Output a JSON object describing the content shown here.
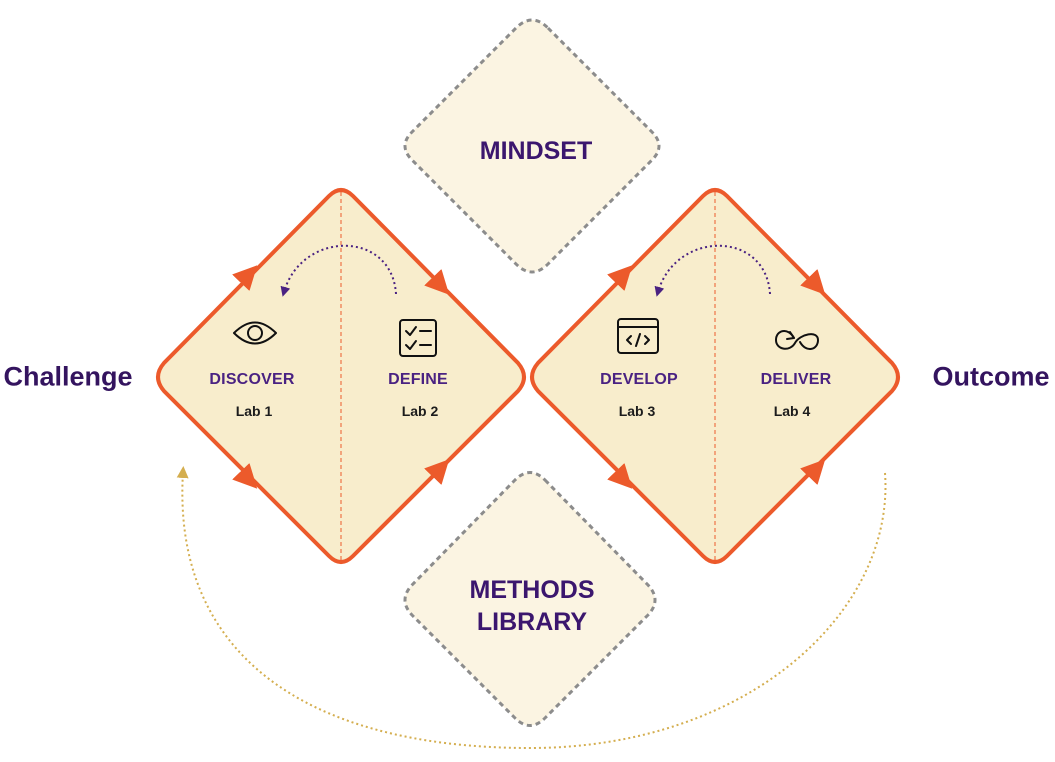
{
  "labels": {
    "start": "Challenge",
    "end": "Outcome"
  },
  "zones": {
    "top": "MINDSET",
    "bottom_line1": "METHODS",
    "bottom_line2": "LIBRARY"
  },
  "stages": [
    {
      "title": "DISCOVER",
      "lab": "Lab 1",
      "icon": "eye-icon"
    },
    {
      "title": "DEFINE",
      "lab": "Lab 2",
      "icon": "checklist-icon"
    },
    {
      "title": "DEVELOP",
      "lab": "Lab 3",
      "icon": "code-window-icon"
    },
    {
      "title": "DELIVER",
      "lab": "Lab 4",
      "icon": "infinity-loop-icon"
    }
  ],
  "colors": {
    "diamond_fill": "#f8edcc",
    "diamond_stroke": "#ec5a2b",
    "zone_fill": "#fbf4e2",
    "zone_stroke": "#8c8c8c",
    "loop_arrow": "#d4ae4f",
    "iteration_arrow": "#4a2282",
    "label_text": "#34145f"
  }
}
